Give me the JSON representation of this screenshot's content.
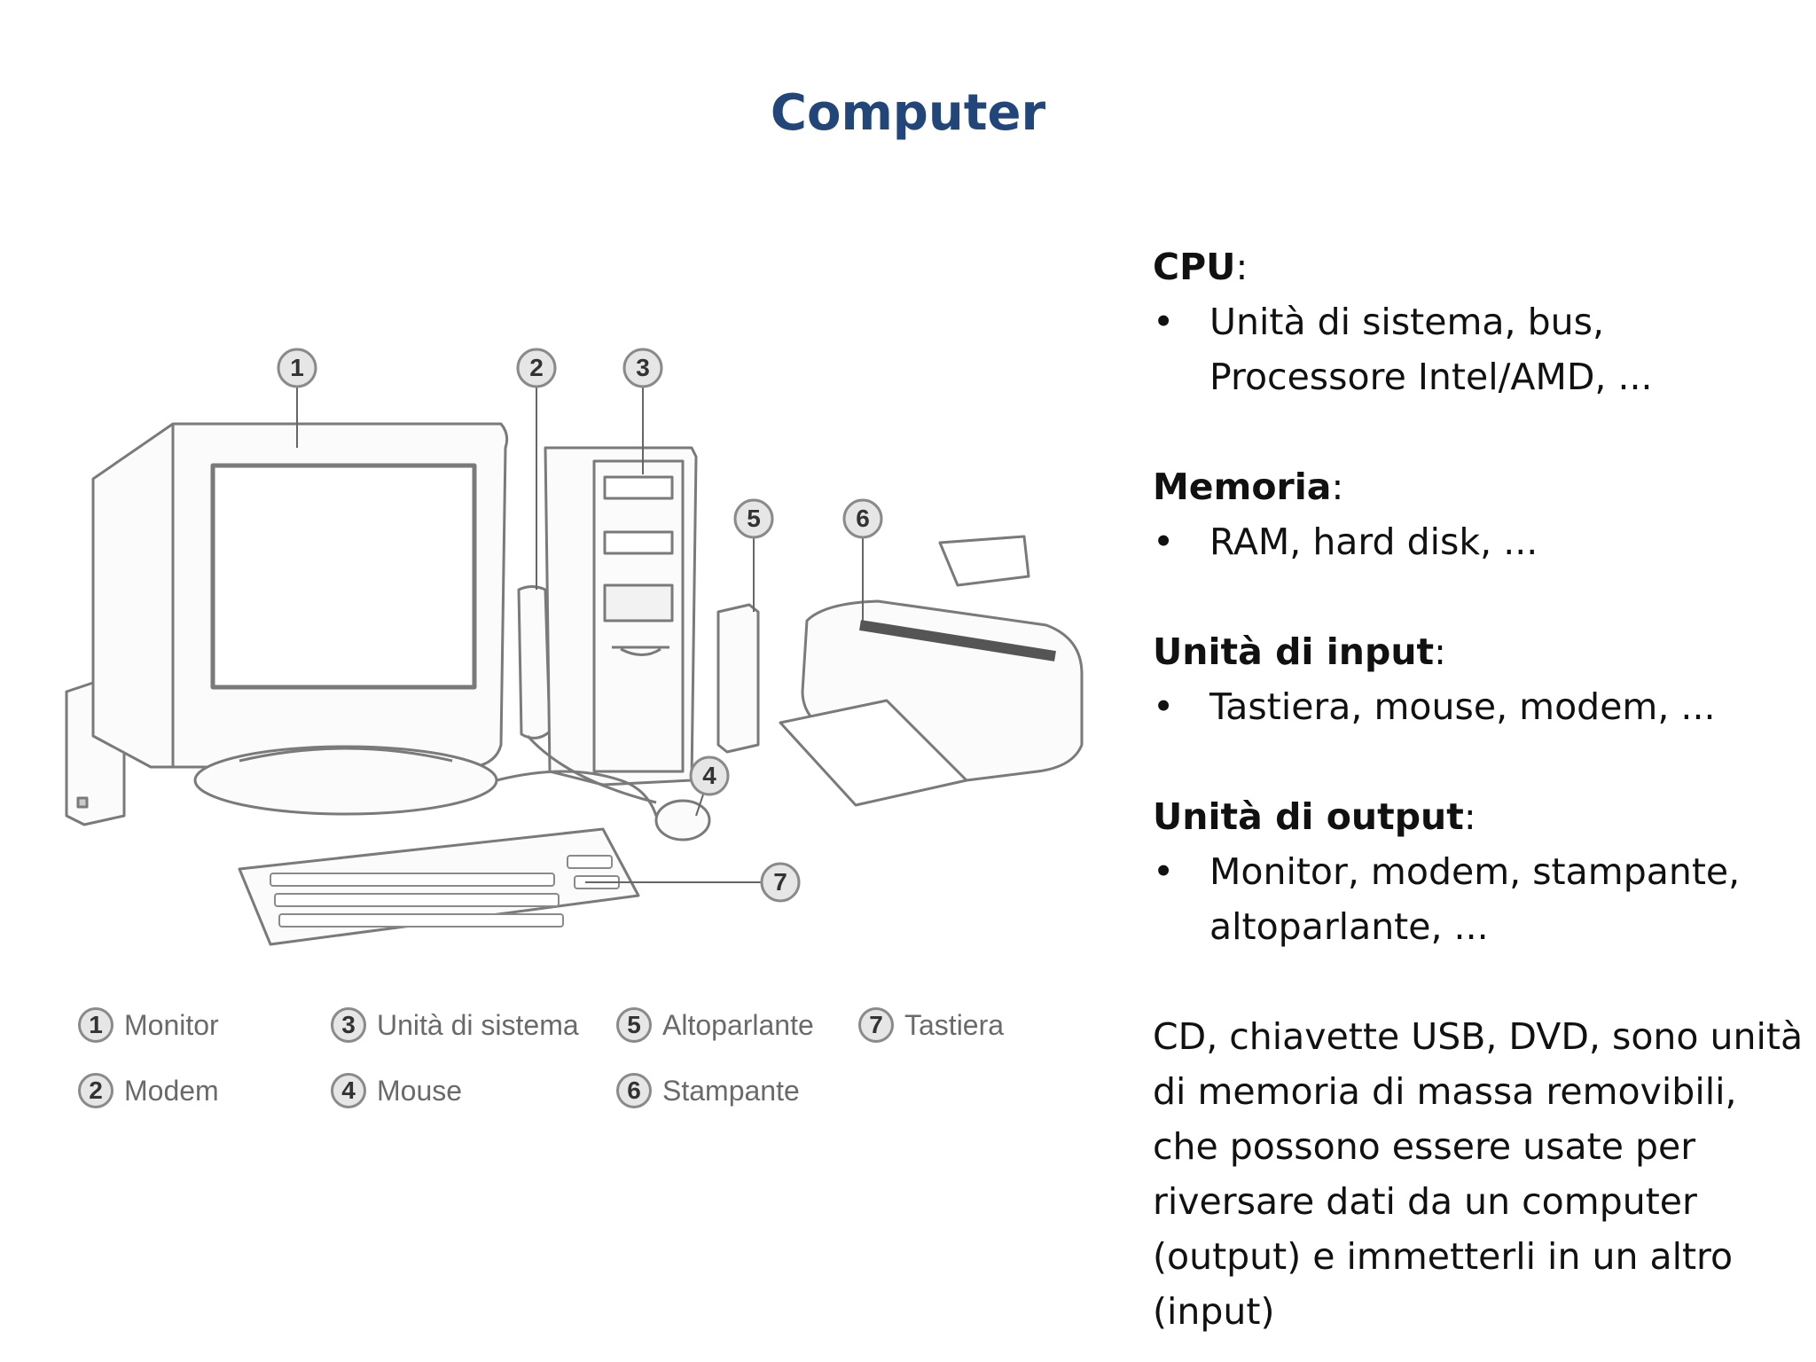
{
  "title": "Computer",
  "diagram": {
    "callouts": [
      "1",
      "2",
      "3",
      "4",
      "5",
      "6",
      "7"
    ],
    "legend": [
      {
        "num": "1",
        "label": "Monitor"
      },
      {
        "num": "3",
        "label": "Unità di sistema"
      },
      {
        "num": "5",
        "label": "Altoparlante"
      },
      {
        "num": "7",
        "label": "Tastiera"
      },
      {
        "num": "2",
        "label": "Modem"
      },
      {
        "num": "4",
        "label": "Mouse"
      },
      {
        "num": "6",
        "label": "Stampante"
      }
    ]
  },
  "sections": [
    {
      "heading": "CPU",
      "suffix": ":",
      "bullet": "•",
      "lines": [
        "Unità di sistema, bus,",
        "Processore Intel/AMD, ..."
      ]
    },
    {
      "heading": "Memoria",
      "suffix": ":",
      "bullet": "•",
      "lines": [
        "RAM, hard disk, ..."
      ]
    },
    {
      "heading": "Unità di input",
      "suffix": ":",
      "bullet": "•",
      "lines": [
        "Tastiera, mouse, modem, ..."
      ]
    },
    {
      "heading": "Unità di output",
      "suffix": ":",
      "bullet": "•",
      "lines": [
        "Monitor, modem, stampante,",
        "altoparlante, ..."
      ]
    }
  ],
  "paragraph": [
    "CD, chiavette USB, DVD, sono unità",
    "di memoria di massa removibili,",
    "che possono essere usate per",
    "riversare dati da un computer",
    "(output) e immetterli in un altro",
    "(input)"
  ]
}
